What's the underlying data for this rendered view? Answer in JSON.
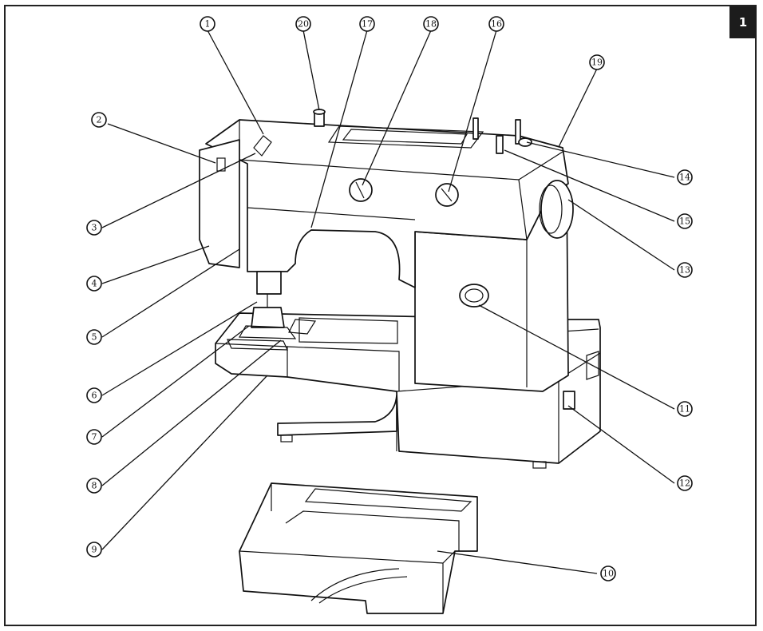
{
  "page": {
    "badge": "1"
  },
  "colors": {
    "line": "#111111",
    "badge_bg": "#1c1c1c",
    "badge_text": "#ffffff"
  },
  "callouts": [
    "1",
    "20",
    "17",
    "18",
    "16",
    "19",
    "2",
    "14",
    "3",
    "15",
    "13",
    "4",
    "5",
    "11",
    "6",
    "7",
    "12",
    "8",
    "9",
    "10"
  ]
}
